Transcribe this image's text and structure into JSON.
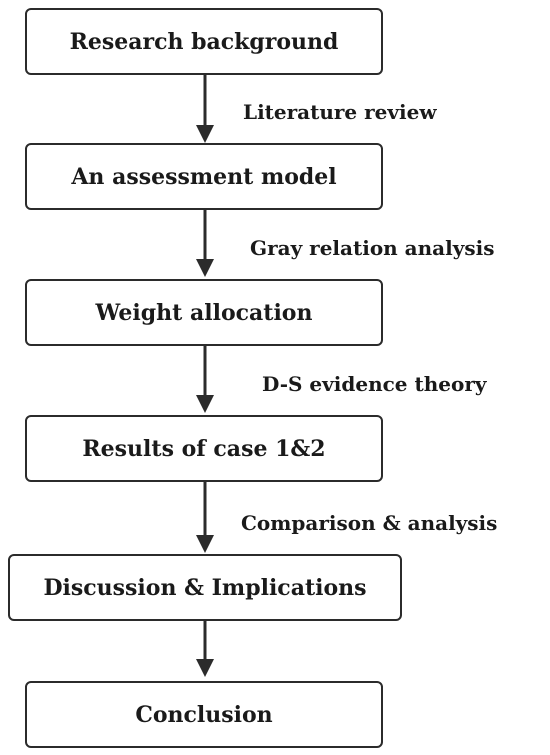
{
  "colors": {
    "stroke": "#2b2b2b",
    "text": "#1a1a1a",
    "background": "#ffffff"
  },
  "steps": [
    {
      "label": "Research background"
    },
    {
      "label": "An assessment model"
    },
    {
      "label": "Weight allocation"
    },
    {
      "label": "Results of case 1&2"
    },
    {
      "label": "Discussion & Implications"
    },
    {
      "label": "Conclusion"
    }
  ],
  "transitions": [
    {
      "label": "Literature review"
    },
    {
      "label": "Gray relation analysis"
    },
    {
      "label": "D-S evidence theory"
    },
    {
      "label": "Comparison & analysis"
    },
    {
      "label": ""
    }
  ]
}
